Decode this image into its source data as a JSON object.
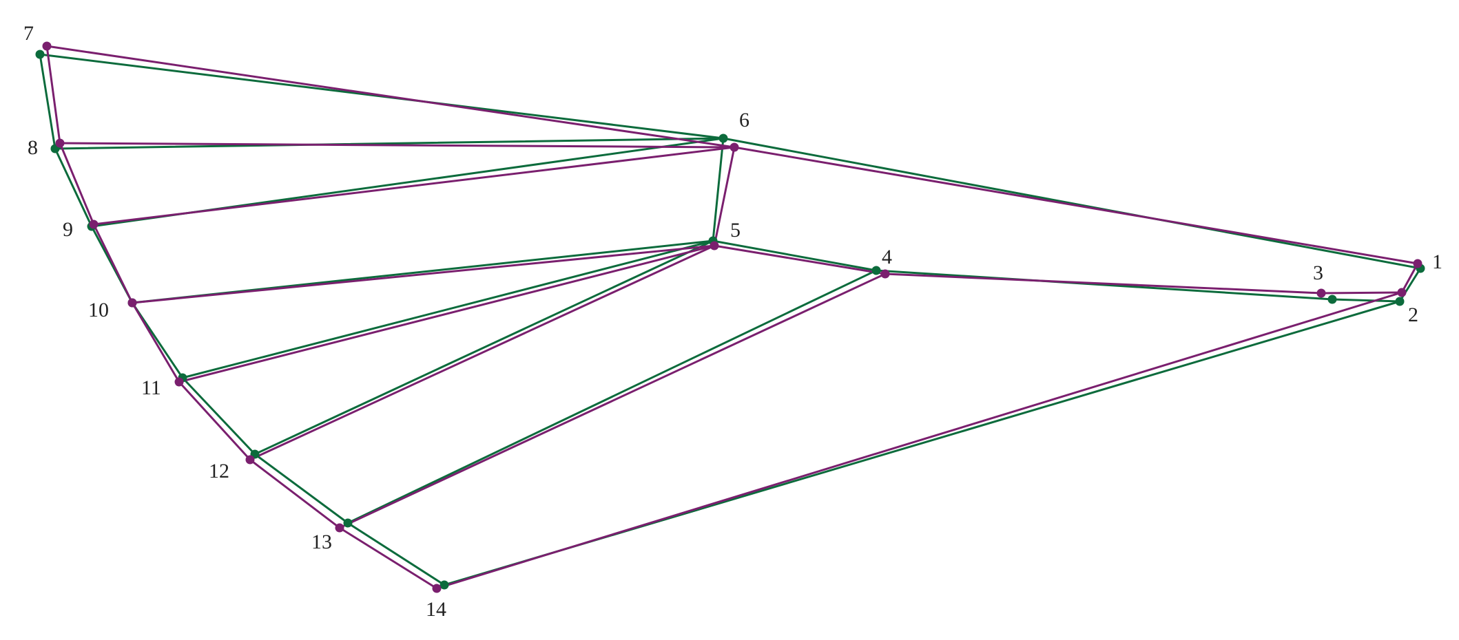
{
  "landmarks": [
    {
      "id": 1,
      "label": "1"
    },
    {
      "id": 2,
      "label": "2"
    },
    {
      "id": 3,
      "label": "3"
    },
    {
      "id": 4,
      "label": "4"
    },
    {
      "id": 5,
      "label": "5"
    },
    {
      "id": 6,
      "label": "6"
    },
    {
      "id": 7,
      "label": "7"
    },
    {
      "id": 8,
      "label": "8"
    },
    {
      "id": 9,
      "label": "9"
    },
    {
      "id": 10,
      "label": "10"
    },
    {
      "id": 11,
      "label": "11"
    },
    {
      "id": 12,
      "label": "12"
    },
    {
      "id": 13,
      "label": "13"
    },
    {
      "id": 14,
      "label": "14"
    }
  ],
  "edges": [
    [
      1,
      2
    ],
    [
      2,
      3
    ],
    [
      3,
      4
    ],
    [
      4,
      5
    ],
    [
      5,
      6
    ],
    [
      6,
      1
    ],
    [
      6,
      7
    ],
    [
      7,
      8
    ],
    [
      8,
      9
    ],
    [
      9,
      10
    ],
    [
      10,
      11
    ],
    [
      11,
      12
    ],
    [
      12,
      13
    ],
    [
      13,
      14
    ],
    [
      8,
      6
    ],
    [
      9,
      6
    ],
    [
      10,
      5
    ],
    [
      11,
      5
    ],
    [
      12,
      5
    ],
    [
      13,
      4
    ],
    [
      14,
      2
    ]
  ],
  "shapes": [
    {
      "name": "green",
      "color": "#0c6b3c"
    },
    {
      "name": "purple",
      "color": "#7a1f6e"
    }
  ]
}
